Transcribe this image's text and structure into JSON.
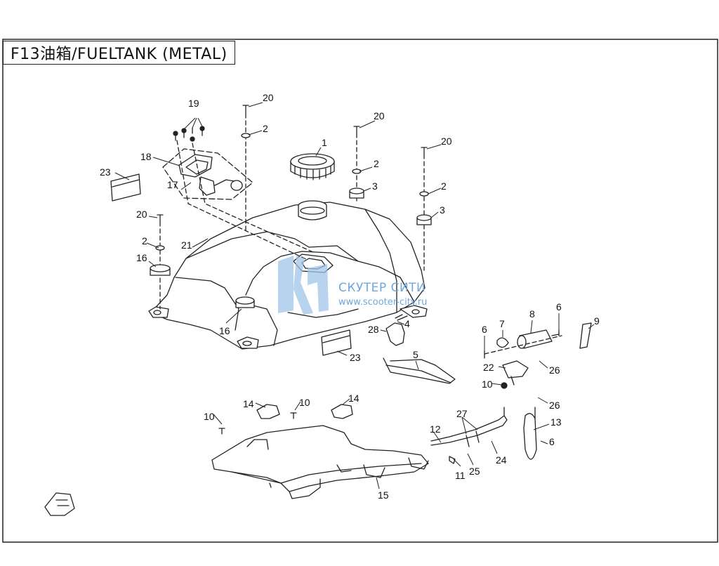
{
  "title": "F13油箱/FUELTANK (METAL)",
  "watermark": {
    "name": "СКУТЕР СИТИ",
    "url": "www.scooter-city.ru",
    "color": "#6fa8dc"
  },
  "callouts": {
    "c1": "1",
    "c2a": "2",
    "c2b": "2",
    "c2c": "2",
    "c2d": "2",
    "c3a": "3",
    "c3b": "3",
    "c4": "4",
    "c5": "5",
    "c6a": "6",
    "c6b": "6",
    "c6c": "6",
    "c7": "7",
    "c8": "8",
    "c9": "9",
    "c10a": "10",
    "c10b": "10",
    "c10c": "10",
    "c11": "11",
    "c12": "12",
    "c13": "13",
    "c14a": "14",
    "c14b": "14",
    "c15": "15",
    "c16a": "16",
    "c16b": "16",
    "c17": "17",
    "c18": "18",
    "c19": "19",
    "c20a": "20",
    "c20b": "20",
    "c20c": "20",
    "c20d": "20",
    "c21": "21",
    "c22": "22",
    "c23a": "23",
    "c23b": "23",
    "c24": "24",
    "c25": "25",
    "c26a": "26",
    "c26b": "26",
    "c27": "27",
    "c28": "28"
  }
}
